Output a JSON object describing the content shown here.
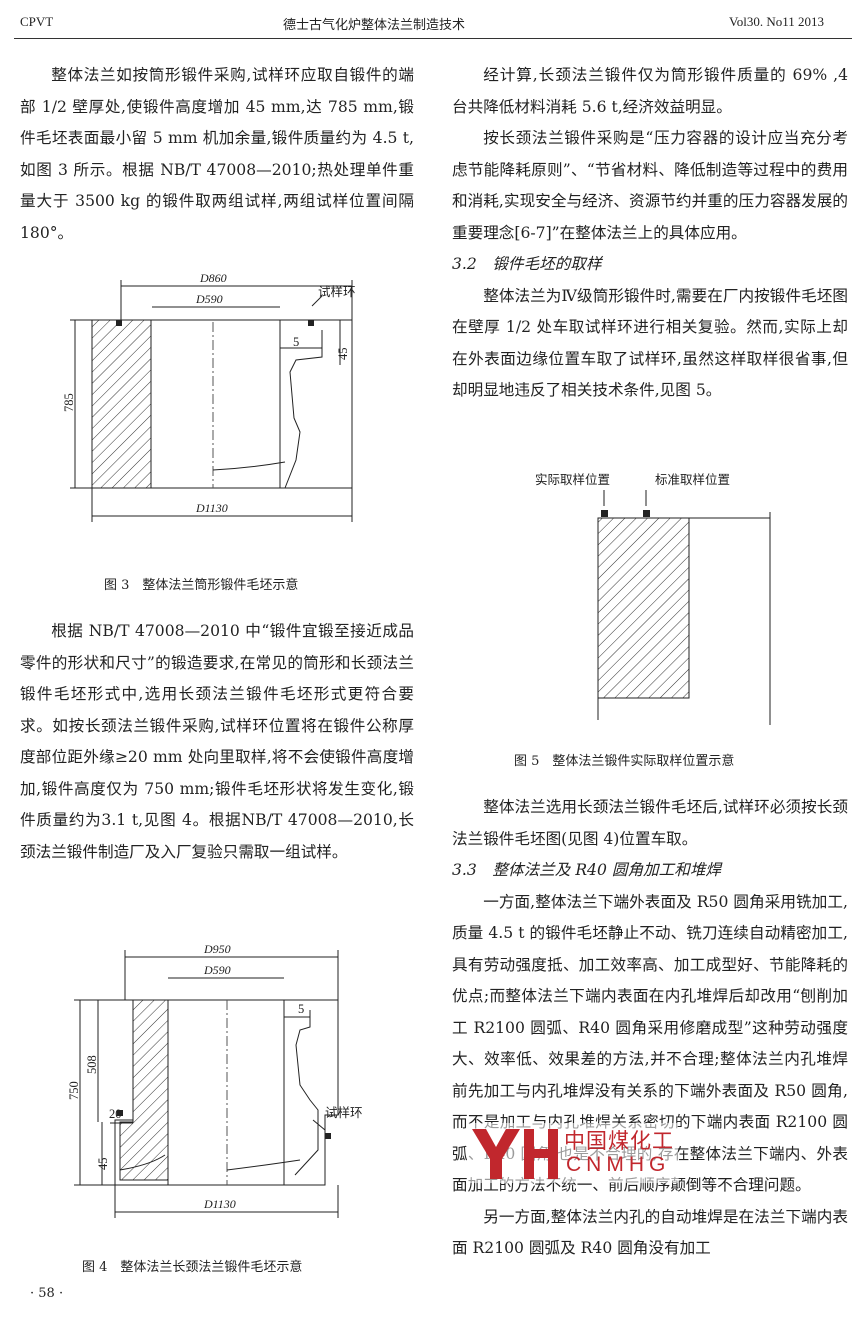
{
  "header": {
    "left": "CPVT",
    "center": "德士古气化炉整体法兰制造技术",
    "right": "Vol30. No11 2013"
  },
  "left_column": {
    "p1": "整体法兰如按筒形锻件采购,试样环应取自锻件的端部 1/2 壁厚处,使锻件高度增加 45 mm,达 785 mm,锻件毛坯表面最小留 5 mm 机加余量,锻件质量约为 4.5 t,如图 3 所示。根据 NB/T 47008—2010;热处理单件重量大于 3500 kg 的锻件取两组试样,两组试样位置间隔 180°。",
    "p2": "根据 NB/T 47008—2010 中“锻件宜锻至接近成品零件的形状和尺寸”的锻造要求,在常见的筒形和长颈法兰锻件毛坯形式中,选用长颈法兰锻件毛坯形式更符合要求。如按长颈法兰锻件采购,试样环位置将在锻件公称厚度部位距外缘≥20 mm 处向里取样,将不会使锻件高度增加,锻件高度仅为 750 mm;锻件毛坯形状将发生变化,锻件质量约为3.1 t,见图 4。根据NB/T 47008—2010,长颈法兰锻件制造厂及入厂复验只需取一组试样。"
  },
  "right_column": {
    "p1": "经计算,长颈法兰锻件仅为筒形锻件质量的 69% ,4 台共降低材料消耗 5.6 t,经济效益明显。",
    "p2": "按长颈法兰锻件采购是“压力容器的设计应当充分考虑节能降耗原则”、“节省材料、降低制造等过程中的费用和消耗,实现安全与经济、资源节约并重的压力容器发展的重要理念[6-7]”在整体法兰上的具体应用。",
    "sec32": "3.2　锻件毛坯的取样",
    "p3": "整体法兰为Ⅳ级筒形锻件时,需要在厂内按锻件毛坯图在壁厚 1/2 处车取试样环进行相关复验。然而,实际上却在外表面边缘位置车取了试样环,虽然这样取样很省事,但却明显地违反了相关技术条件,见图 5。",
    "p4": "整体法兰选用长颈法兰锻件毛坯后,试样环必须按长颈法兰锻件毛坯图(见图 4)位置车取。",
    "sec33": "3.3　整体法兰及 R40 圆角加工和堆焊",
    "p5": "一方面,整体法兰下端外表面及 R50 圆角采用铣加工,质量 4.5 t 的锻件毛坯静止不动、铣刀连续自动精密加工,具有劳动强度抵、加工效率高、加工成型好、节能降耗的优点;而整体法兰下端内表面在内孔堆焊后却改用“刨削加工 R2100 圆弧、R40 圆角采用修磨成型”这种劳动强度大、效率低、效果差的方法,并不合理;整体法兰内孔堆焊前先加工与内孔堆焊没有关系的下端外表面及 R50 圆角,而不是加工与内孔堆焊关系密切的下端内表面 R2100 圆弧、R40 圆角,也是不合理的,存在整体法兰下端内、外表面加工的方法不统一、前后顺序颠倒等不合理问题。",
    "p6": "另一方面,整体法兰内孔的自动堆焊是在法兰下端内表面 R2100 圆弧及 R40 圆角没有加工"
  },
  "fig3": {
    "caption": "图 3　整体法兰筒形锻件毛坯示意",
    "d_outer": "D860",
    "d_inner": "D590",
    "d_bottom": "D1130",
    "height": "785",
    "dim5": "5",
    "dim45": "45",
    "ring_label": "试样环"
  },
  "fig4": {
    "caption": "图 4　整体法兰长颈法兰锻件毛坯示意",
    "d_outer": "D950",
    "d_inner": "D590",
    "d_bottom": "D1130",
    "height_total": "750",
    "height_neck": "508",
    "dim20": "20",
    "dim5": "5",
    "dim45": "45",
    "ring_label": "试样环"
  },
  "fig5": {
    "caption": "图 5　整体法兰锻件实际取样位置示意",
    "label_actual": "实际取样位置",
    "label_standard": "标准取样位置"
  },
  "watermark": {
    "cn": "中国煤化工",
    "en": "CNMHG"
  },
  "page_number": "· 58 ·"
}
